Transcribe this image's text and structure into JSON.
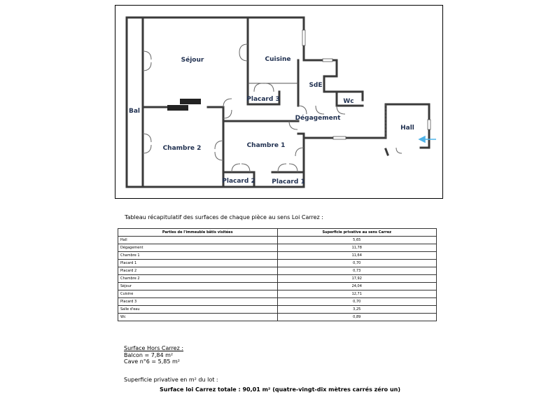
{
  "plan": {
    "rooms": [
      {
        "key": "sejour",
        "label": "Séjour"
      },
      {
        "key": "cuisine",
        "label": "Cuisine"
      },
      {
        "key": "sde",
        "label": "SdE"
      },
      {
        "key": "wc",
        "label": "Wc"
      },
      {
        "key": "placard3",
        "label": "Placard 3"
      },
      {
        "key": "degagement",
        "label": "Dégagement"
      },
      {
        "key": "bal",
        "label": "Bal"
      },
      {
        "key": "hall",
        "label": "Hall"
      },
      {
        "key": "chambre2",
        "label": "Chambre 2"
      },
      {
        "key": "chambre1",
        "label": "Chambre 1"
      },
      {
        "key": "placard2",
        "label": "Placard 2"
      },
      {
        "key": "placard1",
        "label": "Placard 1"
      }
    ],
    "entry_arrow_color": "#4fb3e8",
    "wall_color": "#3a3a3a",
    "label_color": "#1f2f4f"
  },
  "caption": "Tableau récapitulatif des surfaces de chaque pièce au sens Loi Carrez :",
  "table": {
    "headers": [
      "Parties de l'immeuble bâtis visitées",
      "Superficie privative au sens Carrez"
    ],
    "rows": [
      [
        "Hall",
        "5,65"
      ],
      [
        "Dégagement",
        "11,78"
      ],
      [
        "Chambre 1",
        "11,64"
      ],
      [
        "Placard 1",
        "0,70"
      ],
      [
        "Placard 2",
        "0,73"
      ],
      [
        "Chambre 2",
        "17,92"
      ],
      [
        "Séjour",
        "24,04"
      ],
      [
        "Cuisine",
        "12,71"
      ],
      [
        "Placard 3",
        "0,70"
      ],
      [
        "Salle d'eau",
        "3,25"
      ],
      [
        "Wc",
        "0,89"
      ]
    ]
  },
  "hors_carrez": {
    "title": "Surface Hors Carrez :",
    "lines": [
      "Balcon = 7,84 m²",
      "Cave n°6 = 5,85 m²"
    ]
  },
  "lot_caption": "Superficie privative en m² du lot :",
  "total": "Surface loi Carrez totale : 90,01 m² (quatre-vingt-dix mètres carrés zéro un)"
}
